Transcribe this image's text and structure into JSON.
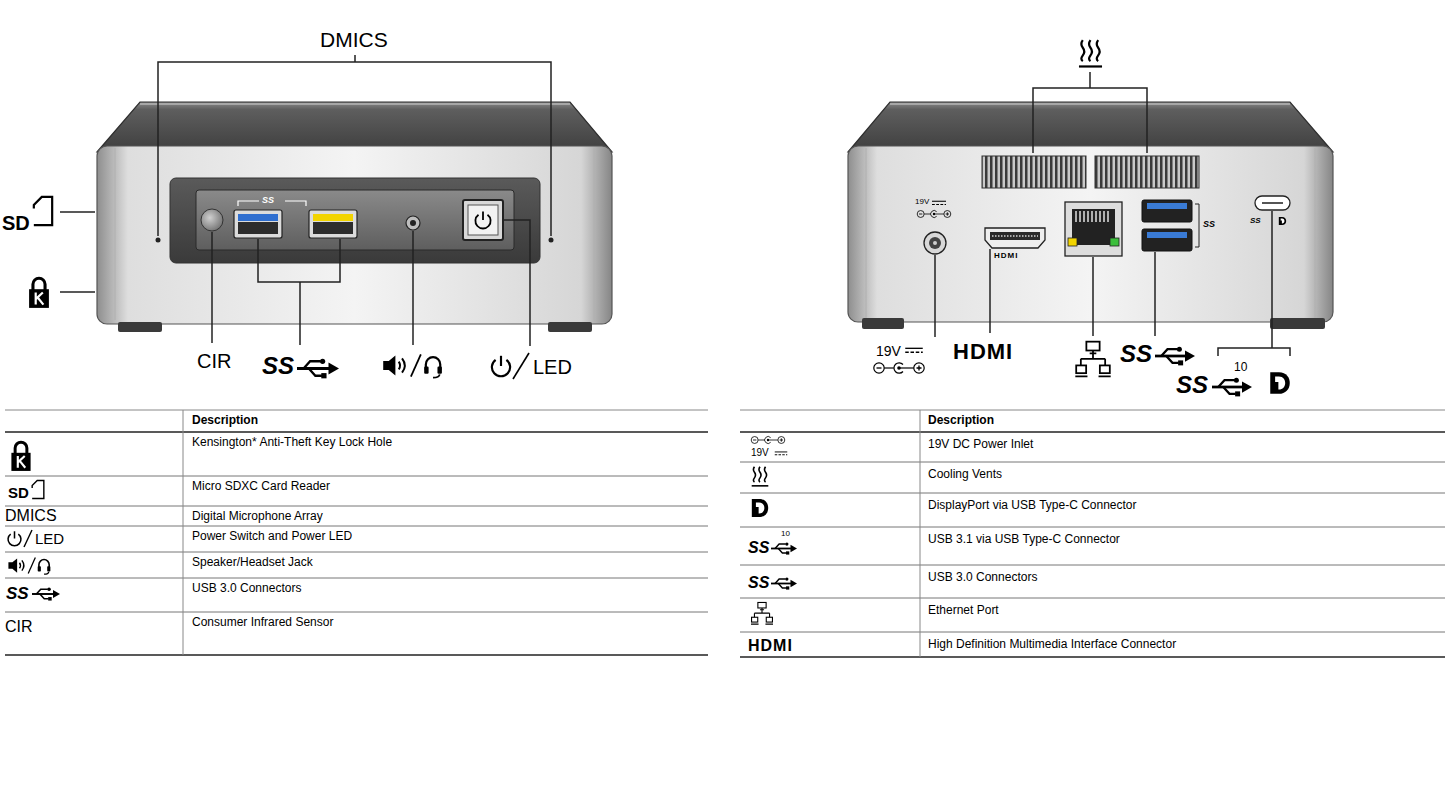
{
  "diagram": {
    "labels": [
      "DMICS",
      "SD",
      "SS",
      "CIR",
      "SS",
      "LED",
      "19V",
      "HDMI",
      "SS",
      "SS",
      "19V",
      "HDMI",
      "SS",
      "SS",
      "10",
      "Description",
      "SD",
      "DMICS",
      "LED",
      "SS",
      "CIR",
      "Kensington* Anti-Theft Key Lock Hole",
      "Micro SDXC Card Reader",
      "Digital Microphone Array",
      "Power Switch and Power LED",
      "Speaker/Headset Jack",
      "USB 3.0 Connectors",
      "Consumer Infrared Sensor",
      "Description",
      "19V",
      "SS",
      "10",
      "SS",
      "HDMI",
      "19V DC Power Inlet",
      "Cooling Vents",
      "DisplayPort via USB Type-C Connector",
      "USB 3.1 via USB Type-C Connector",
      "USB 3.0 Connectors",
      "Ethernet Port",
      "High Definition Multimedia Interface Connector"
    ]
  }
}
